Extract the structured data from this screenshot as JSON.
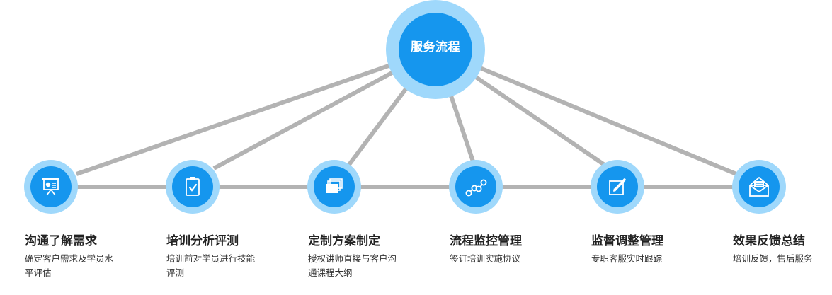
{
  "hub": {
    "label": "服务流程",
    "fill_color": "#1596ee",
    "ring_color": "#9fd8fb"
  },
  "colors": {
    "connector": "#b3b3b3",
    "node_fill": "#1596ee",
    "node_ring": "#9fd8fb",
    "icon": "#ffffff"
  },
  "steps": [
    {
      "icon": "presentation-board-icon",
      "title": "沟通了解需求",
      "desc": "确定客户需求及学员水平评估"
    },
    {
      "icon": "clipboard-check-icon",
      "title": "培训分析评测",
      "desc": "培训前对学员进行技能评测"
    },
    {
      "icon": "stacked-pages-icon",
      "title": "定制方案制定",
      "desc": "授权讲师直接与客户沟通课程大纲"
    },
    {
      "icon": "process-nodes-icon",
      "title": "流程监控管理",
      "desc": "签订培训实施协议"
    },
    {
      "icon": "edit-pencil-icon",
      "title": "监督调整管理",
      "desc": "专职客服实时跟踪"
    },
    {
      "icon": "envelope-icon",
      "title": "效果反馈总结",
      "desc": "培训反馈，售后服务"
    }
  ]
}
